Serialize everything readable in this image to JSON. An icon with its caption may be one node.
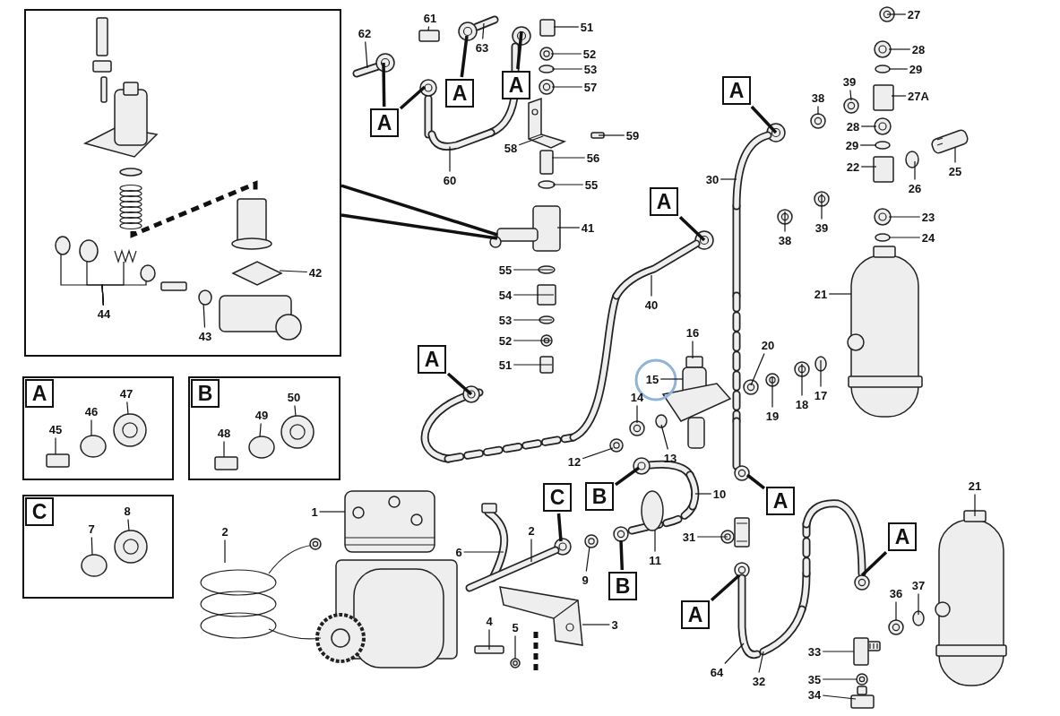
{
  "diagram": {
    "nodes": [
      {
        "text": [],
        "shape": "box"
      },
      {
        "text": [
          "42"
        ],
        "in": 0
      },
      {
        "text": [
          "44"
        ],
        "in": 0
      },
      {
        "text": [
          "43"
        ],
        "in": 0
      },
      {
        "text": [],
        "shape": "box"
      },
      {
        "text": [
          "45"
        ],
        "in": 4
      },
      {
        "text": [
          "46"
        ],
        "in": 4
      },
      {
        "text": [
          "47"
        ],
        "in": 4
      },
      {
        "text": [],
        "shape": "box"
      },
      {
        "text": [
          "48"
        ],
        "in": 8
      },
      {
        "text": [
          "49"
        ],
        "in": 8
      },
      {
        "text": [
          "50"
        ],
        "in": 8
      },
      {
        "text": [],
        "shape": "box"
      },
      {
        "text": [
          "7"
        ],
        "in": 12
      },
      {
        "text": [
          "8"
        ],
        "in": 12
      },
      {
        "text": [
          "62"
        ]
      },
      {
        "text": [
          "61"
        ]
      },
      {
        "text": [
          "A"
        ]
      },
      {
        "text": [
          "63"
        ]
      },
      {
        "text": [
          "A"
        ]
      },
      {
        "text": [
          "A"
        ]
      },
      {
        "text": [
          "60"
        ]
      },
      {
        "text": [
          "51"
        ]
      },
      {
        "text": [
          "52"
        ]
      },
      {
        "text": [
          "53"
        ]
      },
      {
        "text": [
          "57"
        ]
      },
      {
        "text": [
          "58"
        ]
      },
      {
        "text": [
          "59"
        ]
      },
      {
        "text": [
          "56"
        ]
      },
      {
        "text": [
          "55"
        ]
      },
      {
        "text": [
          "41"
        ]
      },
      {
        "text": [
          "55"
        ]
      },
      {
        "text": [
          "54"
        ]
      },
      {
        "text": [
          "53"
        ]
      },
      {
        "text": [
          "52"
        ]
      },
      {
        "text": [
          "51"
        ]
      },
      {
        "text": [
          "A"
        ]
      },
      {
        "text": [
          "A"
        ]
      },
      {
        "text": [
          "40"
        ]
      },
      {
        "text": [
          "A"
        ]
      },
      {
        "text": [
          "30"
        ]
      },
      {
        "text": [
          "38"
        ]
      },
      {
        "text": [
          "39"
        ]
      },
      {
        "text": [
          "27"
        ]
      },
      {
        "text": [
          "28"
        ]
      },
      {
        "text": [
          "29"
        ]
      },
      {
        "text": [
          "27A"
        ]
      },
      {
        "text": [
          "28"
        ]
      },
      {
        "text": [
          "29"
        ]
      },
      {
        "text": [
          "22"
        ]
      },
      {
        "text": [
          "25"
        ]
      },
      {
        "text": [
          "26"
        ]
      },
      {
        "text": [
          "39"
        ]
      },
      {
        "text": [
          "38"
        ]
      },
      {
        "text": [
          "23"
        ]
      },
      {
        "text": [
          "24"
        ]
      },
      {
        "text": [
          "21"
        ]
      },
      {
        "text": [
          "16"
        ]
      },
      {
        "text": [
          "15"
        ]
      },
      {
        "text": [
          "20"
        ]
      },
      {
        "text": [
          "19"
        ]
      },
      {
        "text": [
          "18"
        ]
      },
      {
        "text": [
          "17"
        ]
      },
      {
        "text": [
          "14"
        ]
      },
      {
        "text": [
          "13"
        ]
      },
      {
        "text": [
          "12"
        ]
      },
      {
        "text": [
          "B"
        ]
      },
      {
        "text": [
          "10"
        ]
      },
      {
        "text": [
          "21"
        ]
      },
      {
        "text": [
          "C"
        ]
      },
      {
        "text": [
          "A"
        ]
      },
      {
        "text": [
          "1"
        ]
      },
      {
        "text": [
          "2"
        ]
      },
      {
        "text": [
          "6"
        ]
      },
      {
        "text": [
          "2"
        ]
      },
      {
        "text": [
          "31"
        ]
      },
      {
        "text": [
          "9"
        ]
      },
      {
        "text": [
          "11"
        ]
      },
      {
        "text": [
          "A"
        ]
      },
      {
        "text": [
          "B"
        ]
      },
      {
        "text": [
          "4"
        ]
      },
      {
        "text": [
          "5"
        ]
      },
      {
        "text": [
          "3"
        ]
      },
      {
        "text": [
          "A"
        ]
      },
      {
        "text": [
          "36"
        ]
      },
      {
        "text": [
          "37"
        ]
      },
      {
        "text": [
          "33"
        ]
      },
      {
        "text": [
          "64"
        ]
      },
      {
        "text": [
          "32"
        ]
      },
      {
        "text": [
          "35"
        ]
      },
      {
        "text": [
          "34"
        ]
      },
      {
        "text": [
          "A"
        ],
        "in": 4
      },
      {
        "text": [
          "B"
        ],
        "in": 8
      },
      {
        "text": [
          "C"
        ],
        "in": 12
      },
      {
        "text": [],
        "shape": "diamond",
        "in": 0
      },
      {
        "text": [],
        "shape": "circle",
        "in": 0
      },
      {
        "text": [],
        "shape": "circle",
        "in": 0
      },
      {
        "text": [],
        "shape": "picture",
        "in": 0
      },
      {
        "text": [],
        "shape": "circle",
        "in": 0
      },
      {
        "text": [],
        "shape": "circle",
        "in": 0
      },
      {
        "text": [],
        "shape": "box",
        "in": 4
      },
      {
        "text": [],
        "shape": "circle",
        "in": 4
      },
      {
        "text": [],
        "shape": "picture",
        "in": 4
      },
      {
        "text": [],
        "shape": "box",
        "in": 8
      },
      {
        "text": [],
        "shape": "circle",
        "in": 8
      },
      {
        "text": [],
        "shape": "picture",
        "in": 8
      },
      {
        "text": [],
        "shape": "circle",
        "in": 12
      },
      {
        "text": [],
        "shape": "picture",
        "in": 12
      },
      {
        "text": [],
        "shape": "picture"
      },
      {
        "text": [],
        "shape": "box"
      },
      {
        "text": [],
        "shape": "picture"
      },
      {
        "text": [],
        "shape": "picture"
      },
      {
        "text": [],
        "shape": "picture"
      },
      {
        "text": [],
        "shape": "picture"
      },
      {
        "text": [],
        "shape": "picture"
      },
      {
        "text": [],
        "shape": "picture"
      },
      {
        "text": [],
        "shape": "box"
      },
      {
        "text": [],
        "shape": "picture"
      },
      {
        "text": [],
        "shape": "circle"
      },
      {
        "text": [],
        "shape": "picture"
      },
      {
        "text": [],
        "shape": "picture"
      },
      {
        "text": [],
        "shape": "box"
      },
      {
        "text": [],
        "shape": "box"
      },
      {
        "text": [],
        "shape": "circle"
      },
      {
        "text": [],
        "shape": "picture"
      },
      {
        "text": [],
        "shape": "circle"
      },
      {
        "text": [],
        "shape": "box"
      },
      {
        "text": [],
        "shape": "circle"
      },
      {
        "text": [],
        "shape": "picture"
      },
      {
        "text": [],
        "shape": "box"
      },
      {
        "text": [],
        "shape": "picture"
      },
      {
        "text": [],
        "shape": "picture"
      },
      {
        "text": [],
        "shape": "picture"
      },
      {
        "text": [],
        "shape": "picture"
      },
      {
        "text": [],
        "shape": "picture"
      },
      {
        "text": [],
        "shape": "picture"
      },
      {
        "text": [],
        "shape": "picture"
      },
      {
        "text": [],
        "shape": "picture"
      },
      {
        "text": [],
        "shape": "picture"
      },
      {
        "text": [],
        "shape": "circle"
      },
      {
        "text": [],
        "shape": "box"
      },
      {
        "text": [],
        "shape": "picture"
      },
      {
        "text": [],
        "shape": "circle"
      },
      {
        "text": [],
        "shape": "box"
      },
      {
        "text": [],
        "shape": "picture"
      },
      {
        "text": [],
        "shape": "circle"
      },
      {
        "text": [],
        "shape": "picture"
      },
      {
        "text": [],
        "shape": "picture"
      },
      {
        "text": [],
        "shape": "picture"
      },
      {
        "text": [],
        "shape": "circle"
      },
      {
        "text": [],
        "shape": "picture"
      },
      {
        "text": [],
        "shape": "box"
      },
      {
        "text": [],
        "shape": "picture"
      },
      {
        "text": [],
        "shape": "picture"
      },
      {
        "text": [],
        "shape": "picture"
      },
      {
        "text": [],
        "shape": "picture"
      },
      {
        "text": [],
        "shape": "circle"
      },
      {
        "text": [],
        "shape": "picture"
      },
      {
        "text": [],
        "shape": "circle"
      },
      {
        "text": [],
        "shape": "picture"
      },
      {
        "text": [],
        "shape": "picture"
      },
      {
        "text": [],
        "shape": "picture"
      },
      {
        "text": [],
        "shape": "picture"
      },
      {
        "text": [],
        "shape": "picture"
      },
      {
        "text": [],
        "shape": "picture"
      },
      {
        "text": [],
        "shape": "picture"
      },
      {
        "text": [],
        "shape": "picture"
      },
      {
        "text": [],
        "shape": "picture"
      },
      {
        "text": [],
        "shape": "picture"
      },
      {
        "text": [],
        "shape": "picture"
      },
      {
        "text": [],
        "shape": "picture"
      },
      {
        "text": [],
        "shape": "circle"
      },
      {
        "text": [],
        "shape": "picture"
      },
      {
        "text": [],
        "shape": "picture"
      },
      {
        "text": [],
        "shape": "box"
      },
      {
        "text": [],
        "shape": "picture"
      },
      {
        "text": [],
        "shape": "picture"
      },
      {
        "text": [],
        "shape": "picture"
      },
      {
        "text": [],
        "shape": "picture"
      },
      {
        "text": [],
        "shape": "circle"
      },
      {
        "text": [],
        "shape": "box"
      },
      {
        "text": [],
        "shape": "picture"
      },
      {
        "text": [],
        "shape": "picture"
      },
      {
        "text": [],
        "shape": "picture"
      },
      {
        "text": [],
        "shape": "box"
      }
    ],
    "edges": [
      {
        "from": 0,
        "to": 124,
        "arrow": "none",
        "style": "thick"
      },
      {
        "from": 0,
        "to": 124,
        "arrow": "none",
        "style": "thick"
      },
      {
        "from": 1,
        "to": 94,
        "arrow": "none"
      },
      {
        "from": 2,
        "to": 95,
        "arrow": "none"
      },
      {
        "from": 2,
        "to": 96,
        "arrow": "none"
      },
      {
        "from": 2,
        "to": 97,
        "arrow": "none"
      },
      {
        "from": 2,
        "to": 98,
        "arrow": "none"
      },
      {
        "from": 3,
        "to": 99,
        "arrow": "none"
      },
      {
        "from": 5,
        "to": 100,
        "arrow": "none"
      },
      {
        "from": 6,
        "to": 101,
        "arrow": "none"
      },
      {
        "from": 7,
        "to": 102,
        "arrow": "none"
      },
      {
        "from": 9,
        "to": 103,
        "arrow": "none"
      },
      {
        "from": 10,
        "to": 104,
        "arrow": "none"
      },
      {
        "from": 11,
        "to": 105,
        "arrow": "none"
      },
      {
        "from": 13,
        "to": 106,
        "arrow": "none"
      },
      {
        "from": 14,
        "to": 107,
        "arrow": "none"
      },
      {
        "from": 15,
        "to": 108,
        "arrow": "none"
      },
      {
        "from": 16,
        "to": 109,
        "arrow": "none"
      },
      {
        "from": 17,
        "to": 110,
        "arrow": "none",
        "style": "thick"
      },
      {
        "from": 17,
        "to": 111,
        "arrow": "none",
        "style": "thick"
      },
      {
        "from": 18,
        "to": 112,
        "arrow": "none"
      },
      {
        "from": 19,
        "to": 113,
        "arrow": "none",
        "style": "thick"
      },
      {
        "from": 20,
        "to": 114,
        "arrow": "none",
        "style": "thick"
      },
      {
        "from": 21,
        "to": 115,
        "arrow": "none"
      },
      {
        "from": 22,
        "to": 116,
        "arrow": "none"
      },
      {
        "from": 23,
        "to": 117,
        "arrow": "none"
      },
      {
        "from": 24,
        "to": 118,
        "arrow": "none"
      },
      {
        "from": 25,
        "to": 119,
        "arrow": "none"
      },
      {
        "from": 26,
        "to": 120,
        "arrow": "none"
      },
      {
        "from": 27,
        "to": 121,
        "arrow": "none"
      },
      {
        "from": 28,
        "to": 122,
        "arrow": "none"
      },
      {
        "from": 29,
        "to": 123,
        "arrow": "none"
      },
      {
        "from": 30,
        "to": 124,
        "arrow": "none"
      },
      {
        "from": 31,
        "to": 125,
        "arrow": "none"
      },
      {
        "from": 32,
        "to": 126,
        "arrow": "none"
      },
      {
        "from": 33,
        "to": 127,
        "arrow": "none"
      },
      {
        "from": 34,
        "to": 128,
        "arrow": "none"
      },
      {
        "from": 35,
        "to": 129,
        "arrow": "none"
      },
      {
        "from": 36,
        "to": 130,
        "arrow": "none",
        "style": "thick"
      },
      {
        "from": 37,
        "to": 131,
        "arrow": "none",
        "style": "thick"
      },
      {
        "from": 38,
        "to": 132,
        "arrow": "none"
      },
      {
        "from": 39,
        "to": 133,
        "arrow": "none",
        "style": "thick"
      },
      {
        "from": 40,
        "to": 134,
        "arrow": "none"
      },
      {
        "from": 41,
        "to": 135,
        "arrow": "none"
      },
      {
        "from": 42,
        "to": 136,
        "arrow": "none"
      },
      {
        "from": 43,
        "to": 137,
        "arrow": "none"
      },
      {
        "from": 44,
        "to": 138,
        "arrow": "none"
      },
      {
        "from": 45,
        "to": 139,
        "arrow": "none"
      },
      {
        "from": 46,
        "to": 140,
        "arrow": "none"
      },
      {
        "from": 47,
        "to": 141,
        "arrow": "none"
      },
      {
        "from": 48,
        "to": 142,
        "arrow": "none"
      },
      {
        "from": 49,
        "to": 143,
        "arrow": "none"
      },
      {
        "from": 50,
        "to": 144,
        "arrow": "none"
      },
      {
        "from": 51,
        "to": 145,
        "arrow": "none"
      },
      {
        "from": 52,
        "to": 146,
        "arrow": "none"
      },
      {
        "from": 53,
        "to": 147,
        "arrow": "none"
      },
      {
        "from": 54,
        "to": 148,
        "arrow": "none"
      },
      {
        "from": 55,
        "to": 149,
        "arrow": "none"
      },
      {
        "from": 56,
        "to": 150,
        "arrow": "none"
      },
      {
        "from": 57,
        "to": 151,
        "arrow": "none"
      },
      {
        "from": 58,
        "to": 152,
        "arrow": "none"
      },
      {
        "from": 59,
        "to": 153,
        "arrow": "none"
      },
      {
        "from": 60,
        "to": 154,
        "arrow": "none"
      },
      {
        "from": 61,
        "to": 155,
        "arrow": "none"
      },
      {
        "from": 62,
        "to": 156,
        "arrow": "none"
      },
      {
        "from": 63,
        "to": 157,
        "arrow": "none"
      },
      {
        "from": 64,
        "to": 158,
        "arrow": "none"
      },
      {
        "from": 65,
        "to": 159,
        "arrow": "none"
      },
      {
        "from": 66,
        "to": 160,
        "arrow": "none",
        "style": "thick"
      },
      {
        "from": 67,
        "to": 161,
        "arrow": "none"
      },
      {
        "from": 68,
        "to": 162,
        "arrow": "none"
      },
      {
        "from": 69,
        "to": 163,
        "arrow": "none",
        "style": "thick"
      },
      {
        "from": 70,
        "to": 164,
        "arrow": "none",
        "style": "thick"
      },
      {
        "from": 71,
        "to": 165,
        "arrow": "none"
      },
      {
        "from": 72,
        "to": 166,
        "arrow": "none"
      },
      {
        "from": 73,
        "to": 167,
        "arrow": "none"
      },
      {
        "from": 74,
        "to": 168,
        "arrow": "none"
      },
      {
        "from": 75,
        "to": 169,
        "arrow": "none"
      },
      {
        "from": 76,
        "to": 170,
        "arrow": "none"
      },
      {
        "from": 77,
        "to": 171,
        "arrow": "none"
      },
      {
        "from": 78,
        "to": 172,
        "arrow": "none",
        "style": "thick"
      },
      {
        "from": 79,
        "to": 173,
        "arrow": "none",
        "style": "thick"
      },
      {
        "from": 80,
        "to": 174,
        "arrow": "none"
      },
      {
        "from": 81,
        "to": 175,
        "arrow": "none"
      },
      {
        "from": 82,
        "to": 176,
        "arrow": "none"
      },
      {
        "from": 83,
        "to": 177,
        "arrow": "none",
        "style": "thick"
      },
      {
        "from": 84,
        "to": 178,
        "arrow": "none"
      },
      {
        "from": 85,
        "to": 179,
        "arrow": "none"
      },
      {
        "from": 86,
        "to": 180,
        "arrow": "none"
      },
      {
        "from": 87,
        "to": 181,
        "arrow": "none"
      },
      {
        "from": 88,
        "to": 182,
        "arrow": "none"
      },
      {
        "from": 89,
        "to": 183,
        "arrow": "none"
      },
      {
        "from": 90,
        "to": 184,
        "arrow": "none"
      }
    ]
  }
}
